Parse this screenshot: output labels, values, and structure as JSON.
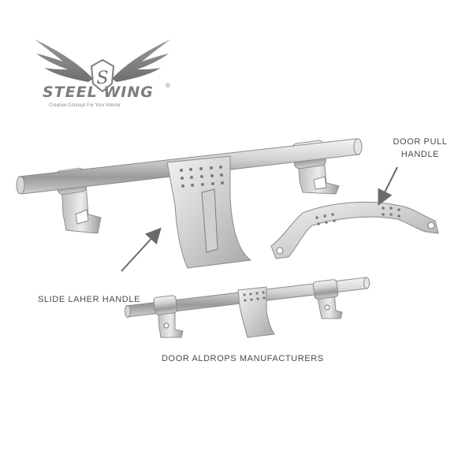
{
  "brand": {
    "name": "STEEL WING",
    "registered_mark": "®",
    "tagline": "Creative Concept For Your Interior",
    "colors": {
      "logo_gray": "#8a8a8a",
      "steel_light": "#e8e8e8",
      "steel_dark": "#8c8c8c"
    }
  },
  "labels": {
    "door_pull_line1": "DOOR PULL",
    "door_pull_line2": "HANDLE",
    "slide_laher": "SLIDE LAHER HANDLE",
    "caption": "DOOR ALDROPS MANUFACTURERS"
  },
  "icons": {
    "logo": "winged-s-logo",
    "arrow_pull": "arrow-pointer",
    "arrow_slide": "arrow-pointer"
  }
}
